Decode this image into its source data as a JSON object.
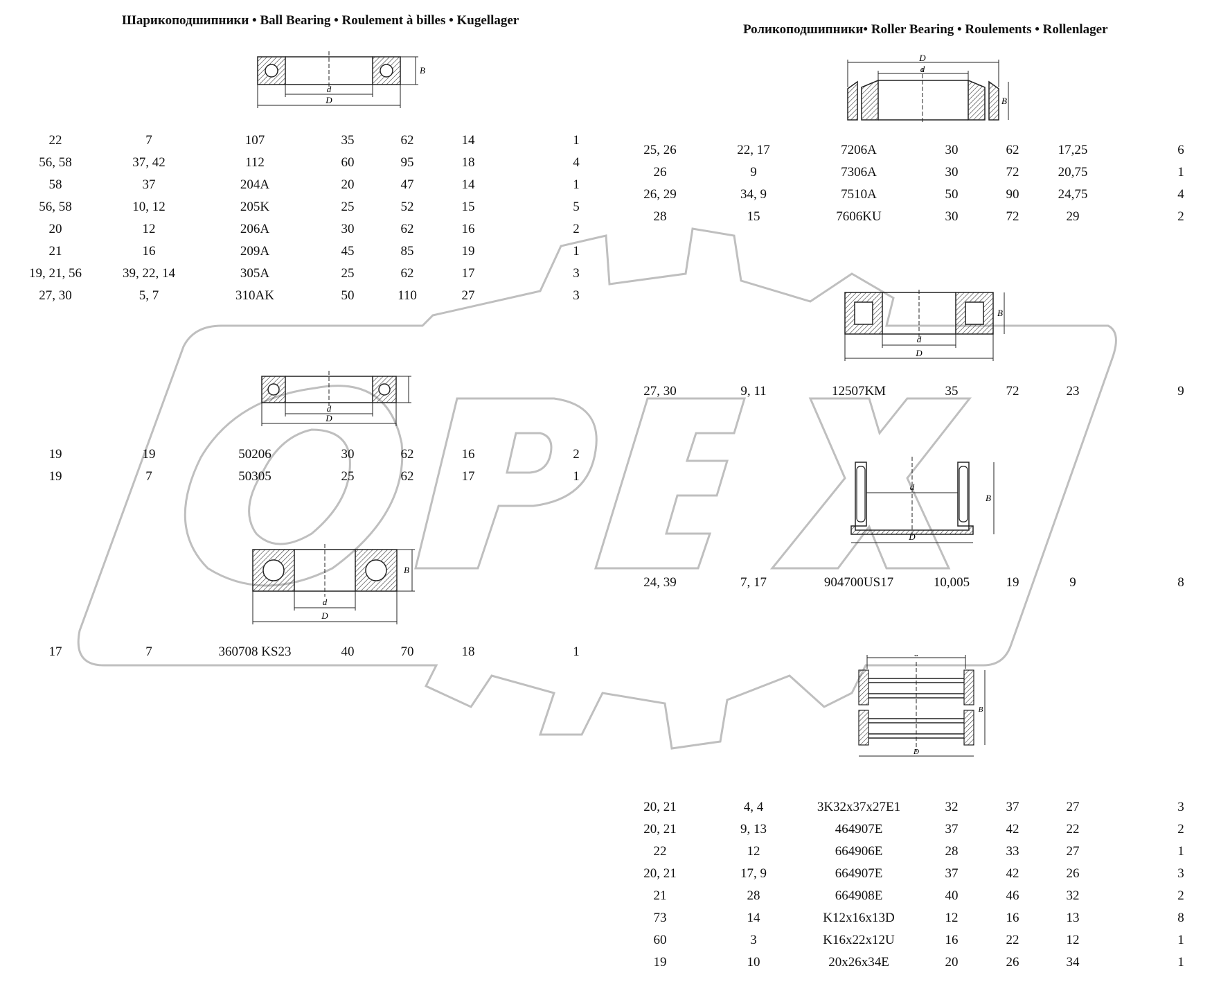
{
  "titles": {
    "ball": "Шарикоподшипники • Ball Bearing • Roulement à billes • Kugellager",
    "roller": "Роликоподшипники• Roller Bearing • Roulements  • Rollenlager"
  },
  "watermark": {
    "text": "OPEX",
    "color": "#bfbfbf"
  },
  "dimension_labels": {
    "d": "d",
    "D": "D",
    "B": "B"
  },
  "ball_groups": [
    {
      "rows": [
        [
          "22",
          "7",
          "107",
          "35",
          "62",
          "14",
          "1"
        ],
        [
          "56, 58",
          "37, 42",
          "112",
          "60",
          "95",
          "18",
          "4"
        ],
        [
          "58",
          "37",
          "204A",
          "20",
          "47",
          "14",
          "1"
        ],
        [
          "56, 58",
          "10, 12",
          "205K",
          "25",
          "52",
          "15",
          "5"
        ],
        [
          "20",
          "12",
          "206A",
          "30",
          "62",
          "16",
          "2"
        ],
        [
          "21",
          "16",
          "209A",
          "45",
          "85",
          "19",
          "1"
        ],
        [
          "19, 21, 56",
          "39, 22, 14",
          "305A",
          "25",
          "62",
          "17",
          "3"
        ],
        [
          "27, 30",
          "5, 7",
          "310AK",
          "50",
          "110",
          "27",
          "3"
        ]
      ]
    },
    {
      "rows": [
        [
          "19",
          "19",
          "50206",
          "30",
          "62",
          "16",
          "2"
        ],
        [
          "19",
          "7",
          "50305",
          "25",
          "62",
          "17",
          "1"
        ]
      ]
    },
    {
      "rows": [
        [
          "17",
          "7",
          "360708 KS23",
          "40",
          "70",
          "18",
          "1"
        ]
      ]
    }
  ],
  "roller_groups": [
    {
      "rows": [
        [
          "25, 26",
          "22, 17",
          "7206A",
          "30",
          "62",
          "17,25",
          "6"
        ],
        [
          "26",
          "9",
          "7306A",
          "30",
          "72",
          "20,75",
          "1"
        ],
        [
          "26, 29",
          "34, 9",
          "7510A",
          "50",
          "90",
          "24,75",
          "4"
        ],
        [
          "28",
          "15",
          "7606KU",
          "30",
          "72",
          "29",
          "2"
        ]
      ]
    },
    {
      "rows": [
        [
          "27, 30",
          "9, 11",
          "12507KM",
          "35",
          "72",
          "23",
          "9"
        ]
      ]
    },
    {
      "rows": [
        [
          "24, 39",
          "7, 17",
          "904700US17",
          "10,005",
          "19",
          "9",
          "8"
        ]
      ]
    },
    {
      "rows": [
        [
          "20, 21",
          "4, 4",
          "3K32x37x27E1",
          "32",
          "37",
          "27",
          "3"
        ],
        [
          "20, 21",
          "9, 13",
          "464907E",
          "37",
          "42",
          "22",
          "2"
        ],
        [
          "22",
          "12",
          "664906E",
          "28",
          "33",
          "27",
          "1"
        ],
        [
          "20, 21",
          "17, 9",
          "664907E",
          "37",
          "42",
          "26",
          "3"
        ],
        [
          "21",
          "28",
          "664908E",
          "40",
          "46",
          "32",
          "2"
        ],
        [
          "73",
          "14",
          "K12x16x13D",
          "12",
          "16",
          "13",
          "8"
        ],
        [
          "60",
          "3",
          "K16x22x12U",
          "16",
          "22",
          "12",
          "1"
        ],
        [
          "19",
          "10",
          "20x26x34E",
          "20",
          "26",
          "34",
          "1"
        ]
      ]
    }
  ]
}
